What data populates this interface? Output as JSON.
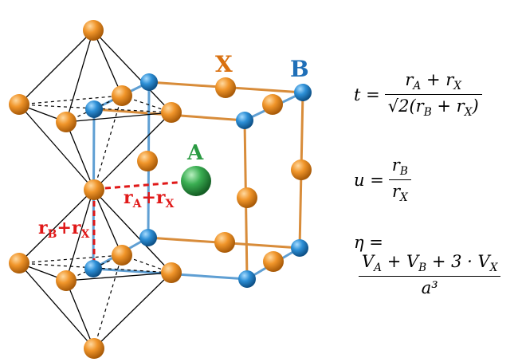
{
  "labels": {
    "x": "X",
    "b": "B",
    "a": "A",
    "ra_rx": {
      "r1": "r",
      "s1": "A",
      "plus": "+",
      "r2": "r",
      "s2": "X"
    },
    "rb_rx": {
      "r1": "r",
      "s1": "B",
      "plus": "+",
      "r2": "r",
      "s2": "X"
    }
  },
  "equations": {
    "t": {
      "lhs": "t =",
      "num": "r_A + r_X",
      "den": "√2(r_B + r_X)"
    },
    "u": {
      "lhs": "u =",
      "num": "r_B",
      "den": "r_X"
    },
    "eta": {
      "lhs": "η =",
      "num": "V_A + V_B + 3 · V_X",
      "den": "a³"
    }
  },
  "colors": {
    "x_atom": "#e8891e",
    "b_atom": "#1f7fc6",
    "a_atom": "#2a9a42",
    "x_label": "#d9700f",
    "b_label": "#1f6fb8",
    "a_label": "#2a9a42",
    "distance": "#e01818"
  }
}
